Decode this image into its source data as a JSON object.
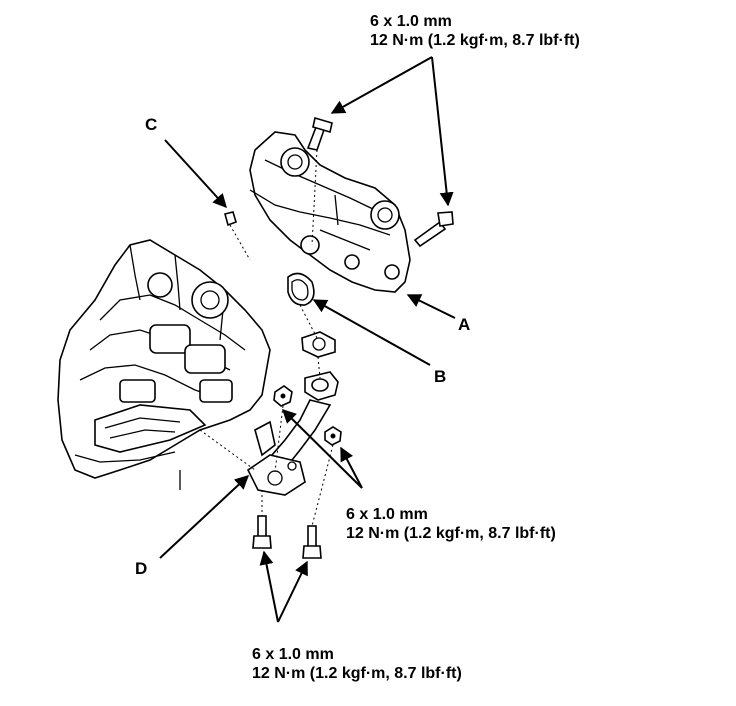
{
  "callouts": {
    "a": "A",
    "b": "B",
    "c": "C",
    "d": "D"
  },
  "specs": {
    "top": {
      "size": "6 x 1.0 mm",
      "torque": "12 N·m (1.2 kgf·m, 8.7 lbf·ft)"
    },
    "middle": {
      "size": "6 x 1.0 mm",
      "torque": "12 N·m (1.2 kgf·m, 8.7 lbf·ft)"
    },
    "bottom": {
      "size": "6 x 1.0 mm",
      "torque": "12 N·m (1.2 kgf·m, 8.7 lbf·ft)"
    }
  }
}
